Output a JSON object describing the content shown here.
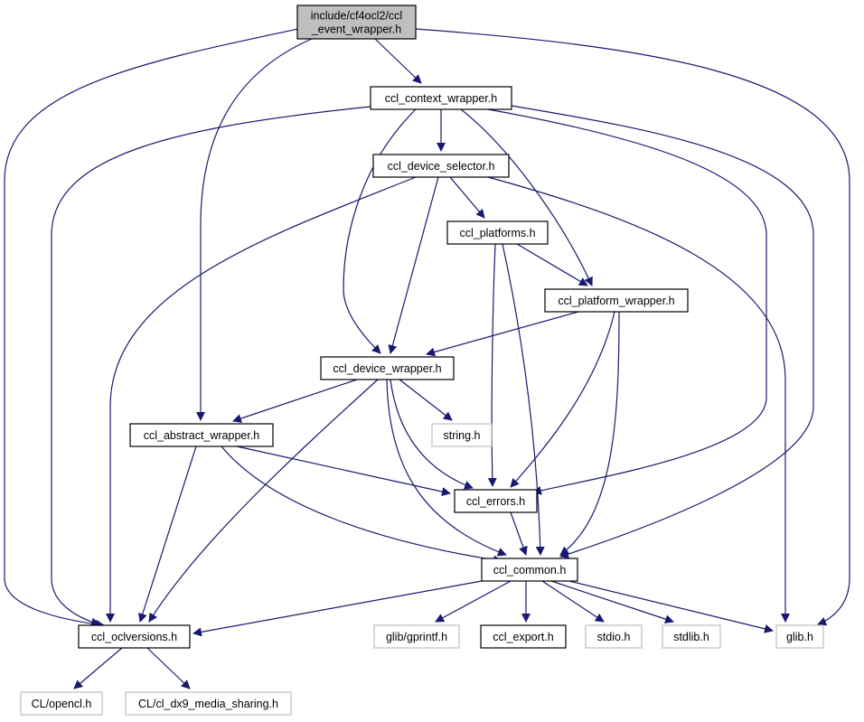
{
  "diagram": {
    "type": "include-dependency-graph",
    "colors": {
      "edge": "#191970",
      "root_fill": "#bfbfbf",
      "root_border": "#000000",
      "internal_border": "#000000",
      "external_border": "#bfbfbf",
      "node_fill": "#ffffff"
    },
    "nodes": [
      {
        "id": "root",
        "label_lines": [
          "include/cf4ocl2/ccl",
          "_event_wrapper.h"
        ],
        "kind": "root"
      },
      {
        "id": "context_wrapper",
        "label_lines": [
          "ccl_context_wrapper.h"
        ],
        "kind": "internal"
      },
      {
        "id": "device_selector",
        "label_lines": [
          "ccl_device_selector.h"
        ],
        "kind": "internal"
      },
      {
        "id": "platforms",
        "label_lines": [
          "ccl_platforms.h"
        ],
        "kind": "internal"
      },
      {
        "id": "platform_wrapper",
        "label_lines": [
          "ccl_platform_wrapper.h"
        ],
        "kind": "internal"
      },
      {
        "id": "device_wrapper",
        "label_lines": [
          "ccl_device_wrapper.h"
        ],
        "kind": "internal"
      },
      {
        "id": "abstract_wrapper",
        "label_lines": [
          "ccl_abstract_wrapper.h"
        ],
        "kind": "internal"
      },
      {
        "id": "string_h",
        "label_lines": [
          "string.h"
        ],
        "kind": "external"
      },
      {
        "id": "errors",
        "label_lines": [
          "ccl_errors.h"
        ],
        "kind": "internal"
      },
      {
        "id": "common",
        "label_lines": [
          "ccl_common.h"
        ],
        "kind": "internal"
      },
      {
        "id": "oclversions",
        "label_lines": [
          "ccl_oclversions.h"
        ],
        "kind": "internal"
      },
      {
        "id": "gprintf",
        "label_lines": [
          "glib/gprintf.h"
        ],
        "kind": "external"
      },
      {
        "id": "export",
        "label_lines": [
          "ccl_export.h"
        ],
        "kind": "internal"
      },
      {
        "id": "stdio",
        "label_lines": [
          "stdio.h"
        ],
        "kind": "external"
      },
      {
        "id": "stdlib",
        "label_lines": [
          "stdlib.h"
        ],
        "kind": "external"
      },
      {
        "id": "glib",
        "label_lines": [
          "glib.h"
        ],
        "kind": "external"
      },
      {
        "id": "opencl",
        "label_lines": [
          "CL/opencl.h"
        ],
        "kind": "external"
      },
      {
        "id": "dx9",
        "label_lines": [
          "CL/cl_dx9_media_sharing.h"
        ],
        "kind": "external"
      }
    ],
    "edges": [
      [
        "root",
        "context_wrapper"
      ],
      [
        "root",
        "abstract_wrapper"
      ],
      [
        "root",
        "oclversions"
      ],
      [
        "root",
        "glib"
      ],
      [
        "context_wrapper",
        "device_selector"
      ],
      [
        "context_wrapper",
        "device_wrapper"
      ],
      [
        "context_wrapper",
        "platform_wrapper"
      ],
      [
        "context_wrapper",
        "errors"
      ],
      [
        "context_wrapper",
        "common"
      ],
      [
        "context_wrapper",
        "oclversions"
      ],
      [
        "context_wrapper",
        "glib"
      ],
      [
        "device_selector",
        "platforms"
      ],
      [
        "device_selector",
        "device_wrapper"
      ],
      [
        "device_selector",
        "oclversions"
      ],
      [
        "device_selector",
        "glib"
      ],
      [
        "platforms",
        "platform_wrapper"
      ],
      [
        "platforms",
        "errors"
      ],
      [
        "platforms",
        "common"
      ],
      [
        "platform_wrapper",
        "device_wrapper"
      ],
      [
        "platform_wrapper",
        "errors"
      ],
      [
        "platform_wrapper",
        "common"
      ],
      [
        "device_wrapper",
        "abstract_wrapper"
      ],
      [
        "device_wrapper",
        "string_h"
      ],
      [
        "device_wrapper",
        "errors"
      ],
      [
        "device_wrapper",
        "common"
      ],
      [
        "device_wrapper",
        "oclversions"
      ],
      [
        "abstract_wrapper",
        "errors"
      ],
      [
        "abstract_wrapper",
        "common"
      ],
      [
        "abstract_wrapper",
        "oclversions"
      ],
      [
        "errors",
        "common"
      ],
      [
        "common",
        "oclversions"
      ],
      [
        "common",
        "gprintf"
      ],
      [
        "common",
        "export"
      ],
      [
        "common",
        "stdio"
      ],
      [
        "common",
        "stdlib"
      ],
      [
        "common",
        "glib"
      ],
      [
        "oclversions",
        "opencl"
      ],
      [
        "oclversions",
        "dx9"
      ]
    ]
  }
}
